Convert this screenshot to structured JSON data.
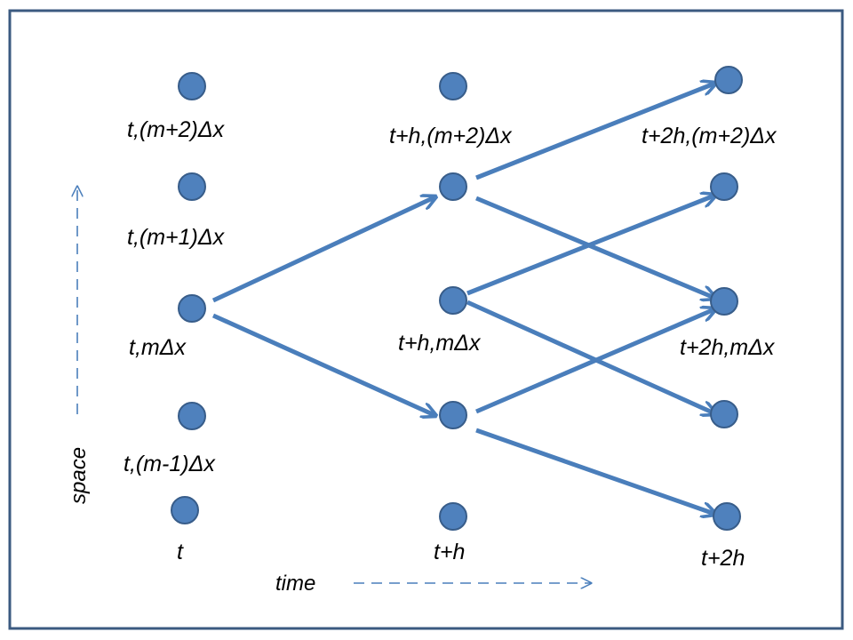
{
  "labels": {
    "t_m2": "t,(m+2)Δx",
    "t_m1": "t,(m+1)Δx",
    "t_m": "t,mΔx",
    "t_mm1": "t,(m-1)Δx",
    "t": "t",
    "th_m2": "t+h,(m+2)Δx",
    "th_m": "t+h,mΔx",
    "th": "t+h",
    "t2h_m2": "t+2h,(m+2)Δx",
    "t2h_m": "t+2h,mΔx",
    "t2h": "t+2h"
  },
  "axes": {
    "time": "time",
    "space": "space"
  },
  "colors": {
    "node_fill": "#4f81bd",
    "node_stroke": "#385d8a",
    "arrow": "#4a7ebb",
    "frame": "#3b5a80"
  }
}
